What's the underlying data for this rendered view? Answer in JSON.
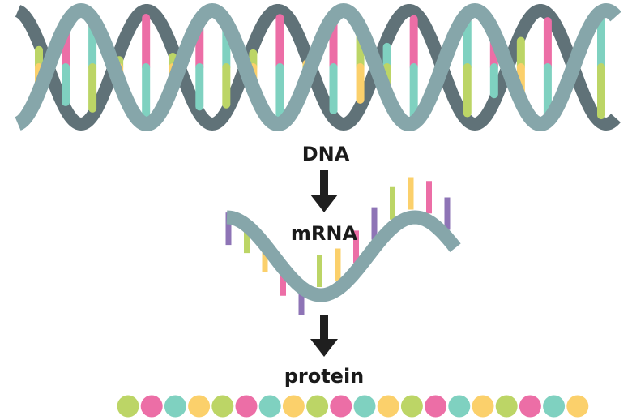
{
  "labels": {
    "dna": "DNA",
    "mrna": "mRNA",
    "protein": "protein"
  },
  "colors": {
    "backbone": "#86A6AA",
    "backbone_back": "#607278",
    "arrow": "#1f1f1f",
    "green": "#BCD566",
    "pink": "#EC6EA6",
    "teal": "#7FD1C0",
    "yellow": "#FBD06B",
    "purple": "#8E74B6"
  },
  "dna_rungs": [
    [
      "green",
      "yellow"
    ],
    [
      "pink",
      "teal"
    ],
    [
      "teal",
      "green"
    ],
    [
      "green",
      "yellow"
    ],
    [
      "pink",
      "teal"
    ],
    [
      "green",
      "yellow"
    ],
    [
      "pink",
      "teal"
    ],
    [
      "teal",
      "green"
    ],
    [
      "green",
      "yellow"
    ],
    [
      "pink",
      "teal"
    ],
    [
      "yellow",
      "green"
    ],
    [
      "pink",
      "teal"
    ],
    [
      "green",
      "yellow"
    ],
    [
      "teal",
      "green"
    ],
    [
      "pink",
      "teal"
    ],
    [
      "green",
      "yellow"
    ],
    [
      "teal",
      "green"
    ],
    [
      "pink",
      "teal"
    ],
    [
      "green",
      "yellow"
    ],
    [
      "pink",
      "teal"
    ],
    [
      "green",
      "yellow"
    ],
    [
      "teal",
      "green"
    ]
  ],
  "mrna_bases": [
    "purple",
    "green",
    "yellow",
    "pink",
    "purple",
    "green",
    "yellow",
    "pink",
    "purple",
    "green",
    "yellow",
    "pink",
    "purple"
  ],
  "protein_chain": [
    "green",
    "pink",
    "teal",
    "yellow",
    "green",
    "pink",
    "teal",
    "yellow",
    "green",
    "pink",
    "teal",
    "yellow",
    "green",
    "pink",
    "teal",
    "yellow",
    "green",
    "pink",
    "teal",
    "yellow"
  ]
}
